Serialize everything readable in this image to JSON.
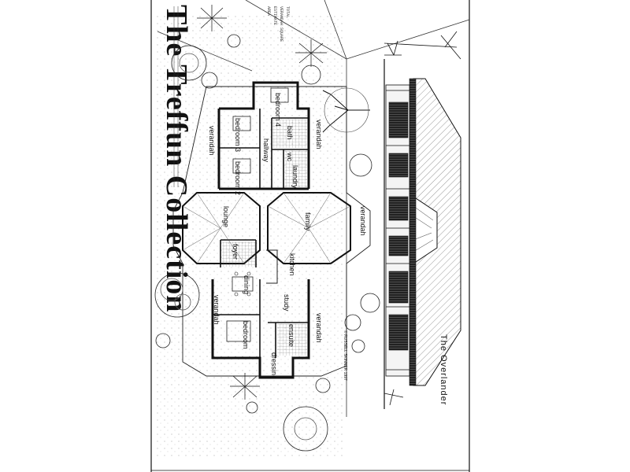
{
  "collection_title": "The Treffun Collection",
  "design_name": "The Overlander",
  "copyright": "© RUSSELL SKINNER  1997",
  "side_notes": [
    "AREA",
    "ESTIMATE",
    "VERANDAH SQUARE",
    "TOTAL"
  ],
  "rooms": {
    "bedroom_4": "bedroom 4",
    "bedroom_3": "bedroom 3",
    "bedroom_2": "bedroom 2",
    "bath": "bath",
    "wc": "wc",
    "laundry": "laundry",
    "hallway": "hallway",
    "lounge": "lounge",
    "family": "family",
    "foyer": "foyer",
    "kitchen": "kitchen",
    "dining": "dining",
    "study": "study",
    "bedroom_main": "bedroom",
    "ensuite": "ensuite",
    "dressing": "dressing",
    "verandah_nw": "verandah",
    "verandah_ne": "verandah",
    "verandah_e": "verandah",
    "verandah_sw": "verandah",
    "verandah_se": "verandah"
  }
}
